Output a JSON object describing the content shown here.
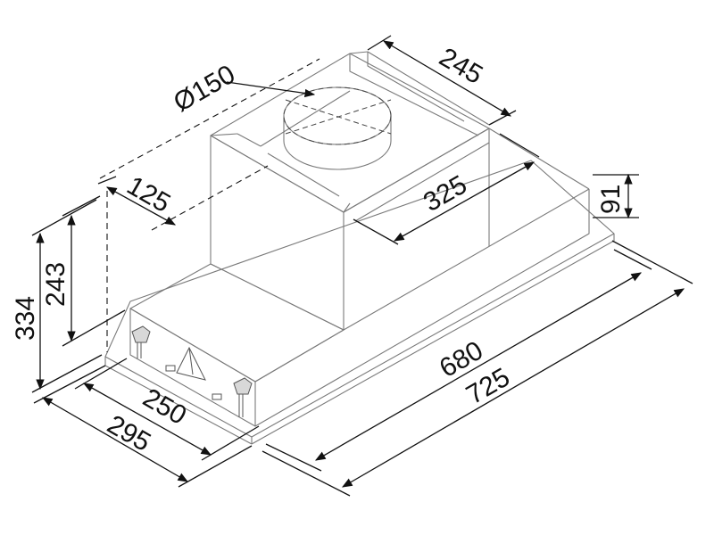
{
  "diagram": {
    "dimensions": {
      "duct_diameter": "Ø150",
      "chimney_depth": "245",
      "chimney_offset": "125",
      "chimney_width": "325",
      "canopy_height": "91",
      "body_height": "243",
      "total_height": "334",
      "body_width": "680",
      "total_width": "725",
      "body_depth": "250",
      "total_depth": "295"
    }
  }
}
